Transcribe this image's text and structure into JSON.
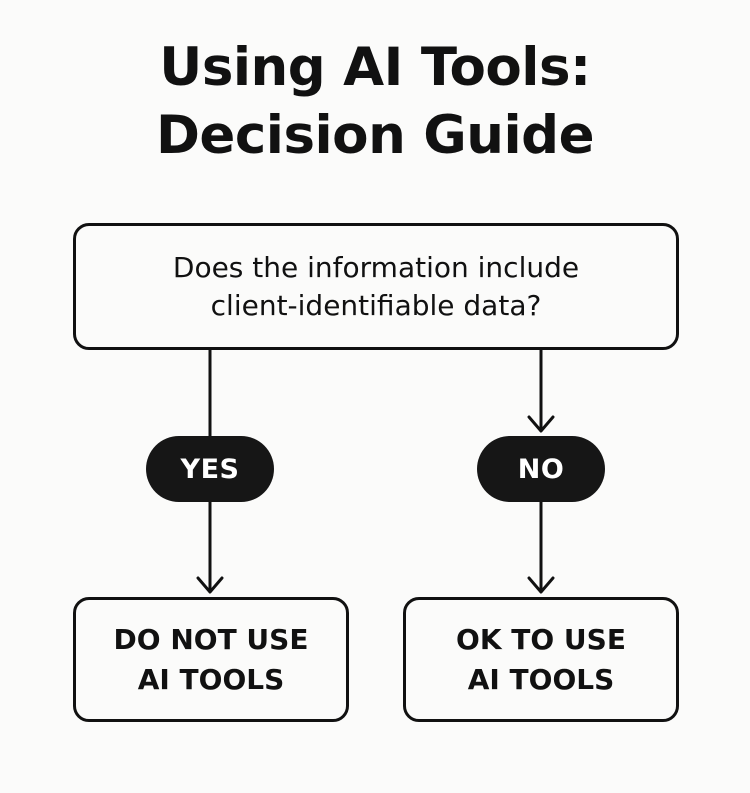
{
  "title": {
    "line1": "Using AI Tools:",
    "line2": "Decision Guide"
  },
  "question": {
    "line1": "Does the information include",
    "line2": "client-identifiable data?"
  },
  "branches": {
    "yes": {
      "label": "YES",
      "outcome_line1": "DO NOT USE",
      "outcome_line2": "AI TOOLS"
    },
    "no": {
      "label": "NO",
      "outcome_line1": "OK TO USE",
      "outcome_line2": "AI TOOLS"
    }
  }
}
